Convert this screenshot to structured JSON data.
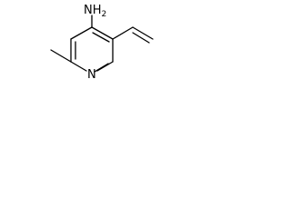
{
  "molecule": {
    "atoms": {
      "amine_N": "NH",
      "amine_H_count": "2",
      "ring_N": "N"
    },
    "colors": {
      "bond": "#000000",
      "label": "#000000",
      "background": "#ffffff"
    }
  }
}
